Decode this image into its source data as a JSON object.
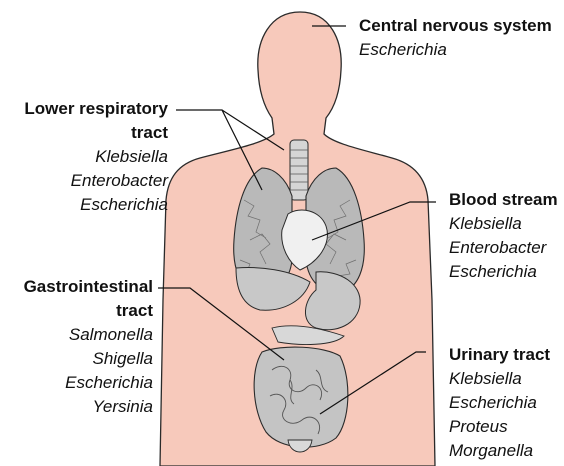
{
  "labels": {
    "cns": {
      "title": "Central nervous system",
      "organisms": [
        "Escherichia"
      ]
    },
    "lower_respiratory": {
      "title_line1": "Lower respiratory",
      "title_line2": "tract",
      "organisms": [
        "Klebsiella",
        "Enterobacter",
        "Escherichia"
      ]
    },
    "blood": {
      "title": "Blood stream",
      "organisms": [
        "Klebsiella",
        "Enterobacter",
        "Escherichia"
      ]
    },
    "gastrointestinal": {
      "title_line1": "Gastrointestinal",
      "title_line2": "tract",
      "organisms": [
        "Salmonella",
        "Shigella",
        "Escherichia",
        "Yersinia"
      ]
    },
    "urinary": {
      "title": "Urinary tract",
      "organisms": [
        "Klebsiella",
        "Escherichia",
        "Proteus",
        "Morganella"
      ]
    }
  },
  "colors": {
    "skin": "#f7c9bb",
    "outline": "#2a2a2a",
    "organ": "#c8c8c8",
    "lung": "#b9b9b9",
    "heart": "#f0f0f0"
  }
}
